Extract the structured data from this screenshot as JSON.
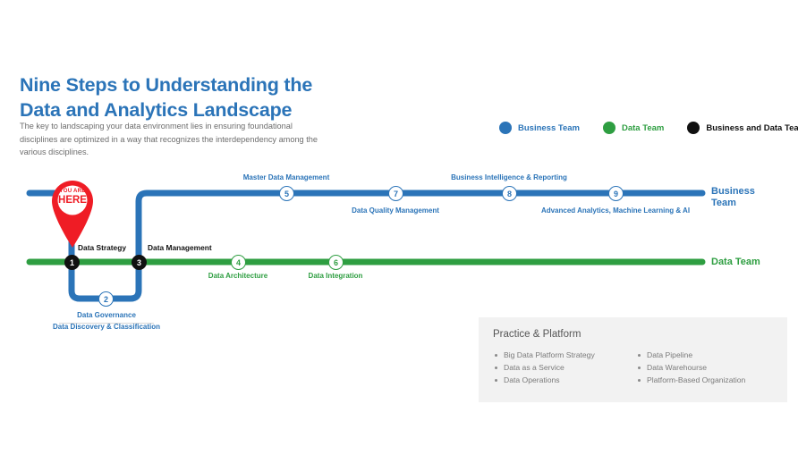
{
  "header": {
    "title_line1": "Nine Steps to Understanding the",
    "title_line2": "Data and Analytics Landscape",
    "subtitle": "The key to landscaping your data environment lies in ensuring foundational disciplines are optimized in a way that recognizes the interdependency among the various disciplines."
  },
  "colors": {
    "business_blue": "#2b74b8",
    "data_green": "#2e9e41",
    "both_black": "#111111",
    "pin_red": "#ef1c25",
    "box_grey": "#f2f2f2"
  },
  "legend": {
    "items": [
      {
        "label": "Business Team",
        "color": "#2b74b8",
        "text_color": "#2b74b8"
      },
      {
        "label": "Data Team",
        "color": "#2e9e41",
        "text_color": "#2e9e41"
      },
      {
        "label": "Business and Data Team",
        "color": "#111111",
        "text_color": "#111111"
      }
    ]
  },
  "pin": {
    "line1": "YOU ARE",
    "line2": "HERE"
  },
  "diagram": {
    "business_track_label": "Business\nTeam",
    "business_track_label_l1": "Business",
    "business_track_label_l2": "Team",
    "data_track_label": "Data Team",
    "steps": [
      {
        "number": "1",
        "label": "Data Strategy",
        "team": "both",
        "marker": "black"
      },
      {
        "number": "2",
        "label": "Data Governance",
        "sublabel": "Data Discovery & Classification",
        "team": "business",
        "marker": "blue"
      },
      {
        "number": "3",
        "label": "Data Management",
        "team": "both",
        "marker": "black"
      },
      {
        "number": "4",
        "label": "Data Architecture",
        "team": "data",
        "marker": "green"
      },
      {
        "number": "5",
        "label": "Master Data Management",
        "team": "business",
        "marker": "blue"
      },
      {
        "number": "6",
        "label": "Data Integration",
        "team": "data",
        "marker": "green"
      },
      {
        "number": "7",
        "label": "Data Quality Management",
        "team": "business",
        "marker": "blue"
      },
      {
        "number": "8",
        "label": "Business Intelligence & Reporting",
        "team": "business",
        "marker": "blue"
      },
      {
        "number": "9",
        "label": "Advanced Analytics, Machine Learning & AI",
        "team": "business",
        "marker": "blue"
      }
    ]
  },
  "practice_platform": {
    "title": "Practice & Platform",
    "column_left": [
      "Big Data Platform Strategy",
      "Data as a Service",
      "Data Operations"
    ],
    "column_right": [
      "Data Pipeline",
      "Data Warehourse",
      "Platform-Based Organization"
    ]
  }
}
